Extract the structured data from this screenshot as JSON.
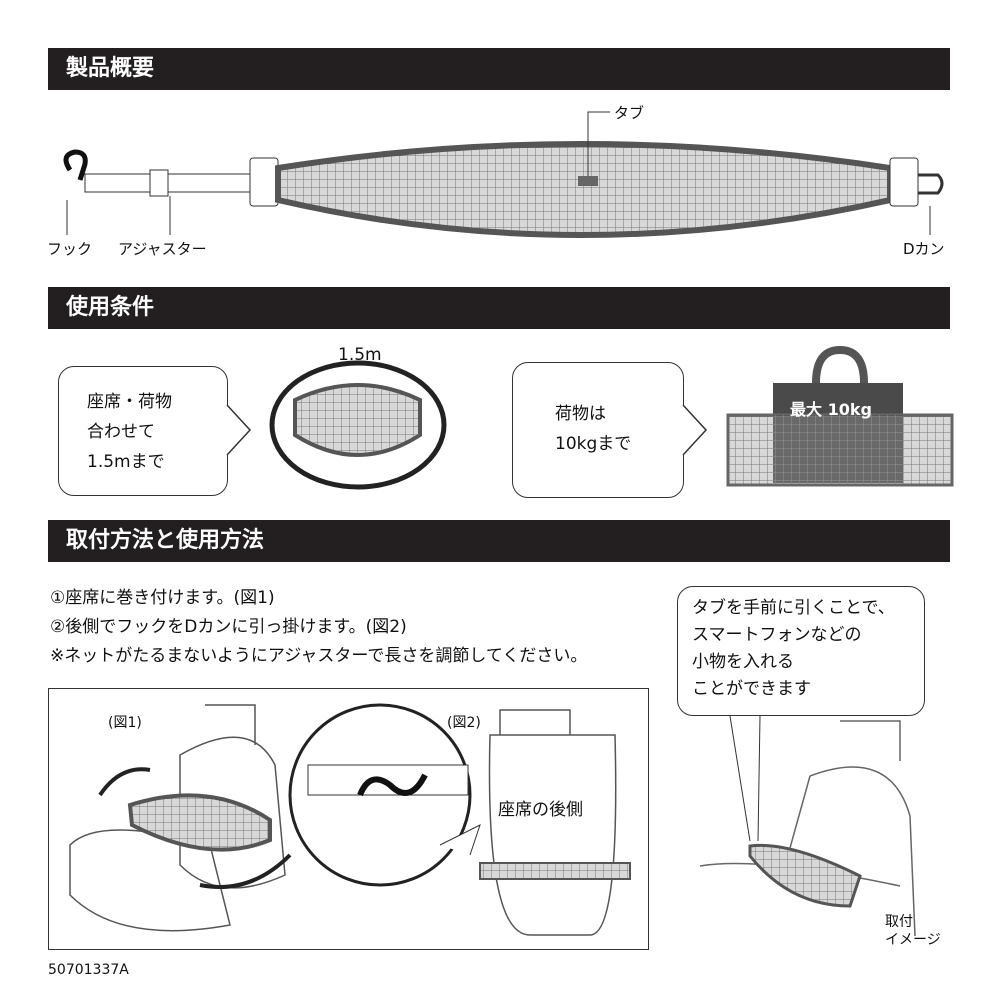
{
  "sections": {
    "overview": "製品概要",
    "conditions": "使用条件",
    "howto": "取付方法と使用方法"
  },
  "overview_labels": {
    "tab": "タブ",
    "hook": "フック",
    "adjuster": "アジャスター",
    "dring": "Dカン"
  },
  "conditions": {
    "bubble1": [
      "座席・荷物",
      "合わせて",
      "1.5mまで"
    ],
    "length_label": "1.5m",
    "bubble2": [
      "荷物は",
      "10kgまで"
    ],
    "bag_label": "最大 10kg"
  },
  "howto": {
    "steps": [
      "①座席に巻き付けます。(図1)",
      "②後側でフックをDカンに引っ掛けます。(図2)",
      "※ネットがたるまないようにアジャスターで長さを調節してください。"
    ],
    "fig1": "(図1)",
    "fig2": "(図2)",
    "seat_back": "座席の後側",
    "tip": [
      "タブを手前に引くことで、",
      "スマートフォンなどの",
      "小物を入れる",
      "ことができます"
    ],
    "image_label": [
      "取付",
      "イメージ"
    ]
  },
  "product_code": "50701337A"
}
